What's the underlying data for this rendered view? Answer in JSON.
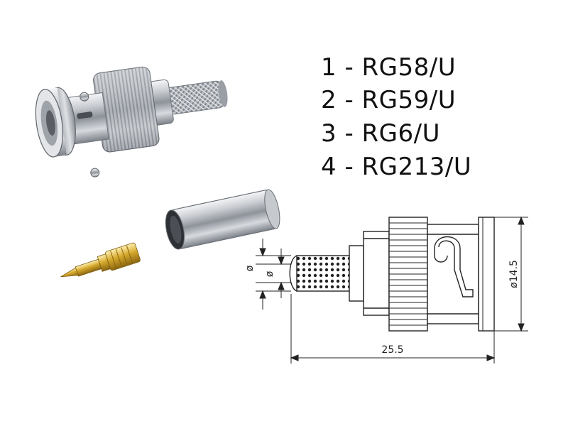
{
  "cable_types": [
    {
      "label": "1 - RG58/U"
    },
    {
      "label": "2 - RG59/U"
    },
    {
      "label": "3 - RG6/U"
    },
    {
      "label": "4 - RG213/U"
    }
  ],
  "drawing": {
    "length_label": "25.5",
    "diameter_label": "ø14.5",
    "pin_diameter_label": "ø",
    "ferrule_diameter_label": "ø"
  },
  "colors": {
    "chrome": "#b8bcc2",
    "gold": "#c9a227",
    "line": "#222222"
  }
}
